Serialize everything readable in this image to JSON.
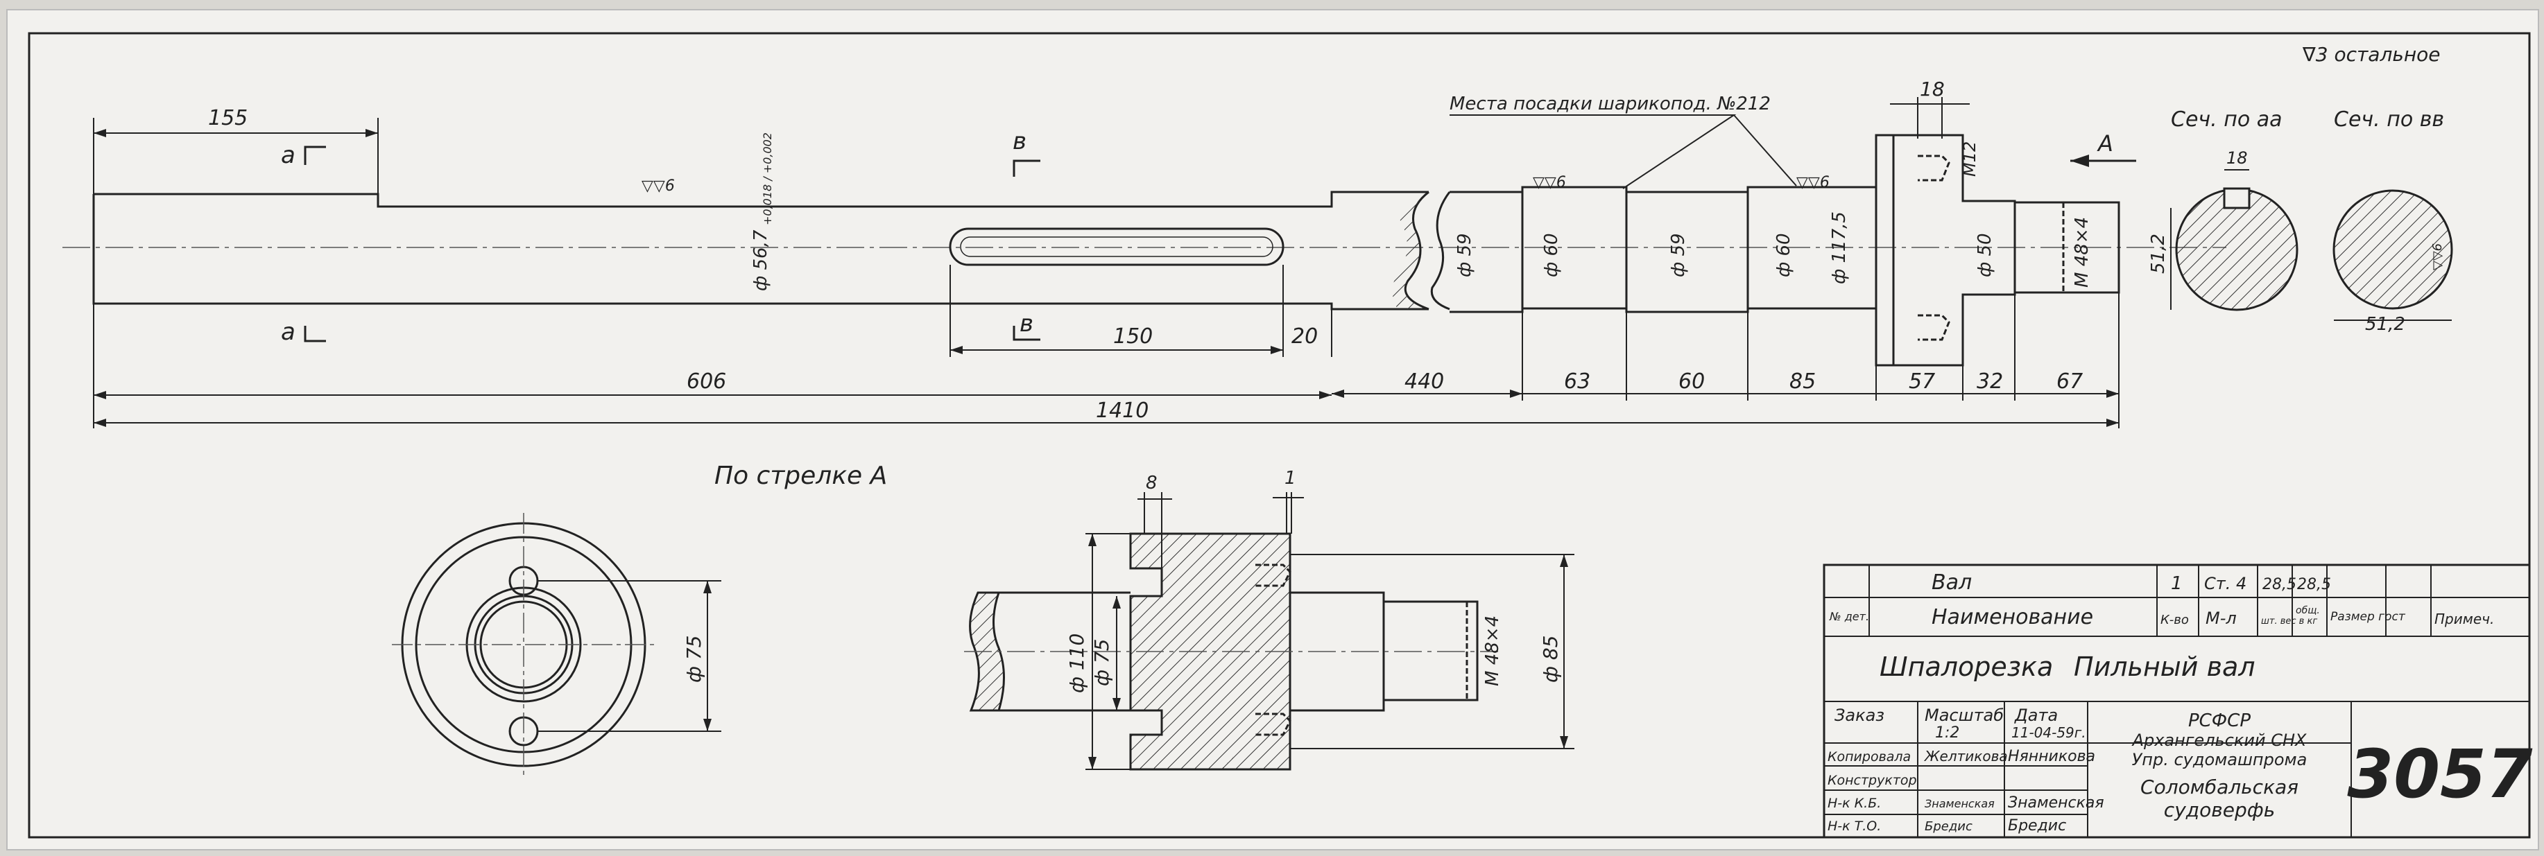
{
  "roughness": "∇3 остальное",
  "bearing_note": "Места посадки шарикопод. №212",
  "views": {
    "arrow_view": "По стрелке A",
    "section_aa": "Сеч. по аа",
    "section_bb": "Сеч. по вв",
    "arrow_letter": "A",
    "sec_a": "а",
    "sec_b": "в"
  },
  "surface_marks": {
    "s1": "▽▽6",
    "s2": "▽▽6",
    "s3": "▽▽6"
  },
  "dims": {
    "d155": "155",
    "d606": "606",
    "d1410": "1410",
    "d150": "150",
    "d20": "20",
    "d440": "440",
    "d63": "63",
    "d60": "60",
    "d85": "85",
    "d57": "57",
    "d32": "32",
    "d67": "67",
    "d18": "18",
    "m12": "M12",
    "dia_567": "ф 56,7",
    "tol_567": "+0,018 / +0,002",
    "dia59a": "ф 59",
    "dia60a": "ф 60",
    "dia59b": "ф 59",
    "dia60b": "ф 60",
    "dia1175": "ф 117,5",
    "dia50": "ф 50",
    "thread1": "M 48×4",
    "sec_18": "18",
    "sec_512a": "51,2",
    "sec_512b": "51,2",
    "bb_mark": "▽▽6",
    "d8": "8",
    "d1": "1",
    "dia110": "ф 110",
    "dia75a": "ф 75",
    "thread2": "M 48×4",
    "dia85": "ф 85",
    "dia75b": "ф 75"
  },
  "title_block": {
    "row1": {
      "name": "Вал",
      "qty": "1",
      "material": "Ст. 4",
      "w1": "28,5",
      "w2": "28,5"
    },
    "row2": {
      "num": "№ дет.",
      "name_h": "Наименование",
      "qty_h": "К-во",
      "mat_h": "М-л",
      "w1_h": "шт. вес в кг",
      "w2_h": "общ.",
      "size_h": "Размер гост",
      "note_h": "Примеч."
    },
    "machine": "Шпалорезка",
    "part": "Пильный вал",
    "order": "Заказ",
    "scale_h": "Масштаб",
    "scale": "1:2",
    "date_h": "Дата",
    "date": "11-04-59г.",
    "org": [
      "РСФСР",
      "Архангельский СНХ",
      "Упр. судомашпрома",
      "Соломбальская",
      "судоверфь"
    ],
    "roles": [
      "Копировала",
      "Конструктор",
      "Н-к К.Б.",
      "Н-к Т.О."
    ],
    "names": [
      "Нянникова",
      "",
      "Знаменская",
      "Бредис"
    ],
    "signatures": [
      "Желтикова",
      "",
      "Знаменская",
      "Бредис"
    ],
    "number": "3057"
  }
}
